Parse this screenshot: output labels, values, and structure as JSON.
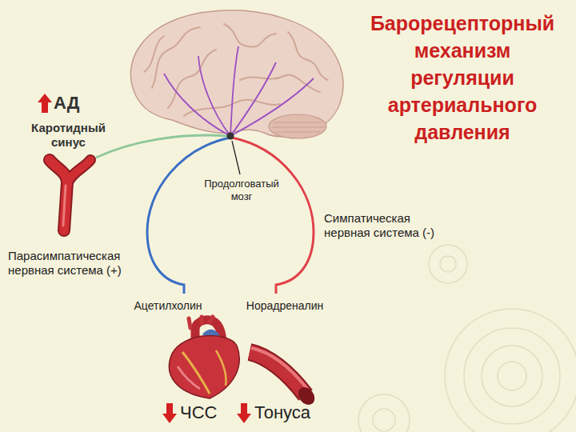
{
  "diagram": {
    "title": "Барорецепторный механизм регуляции артериального давления",
    "labels": [
      "АД",
      "Каротидный синус",
      "Продолговатый мозг",
      "Симпатическая нервная система (-)",
      "Парасимпатическая нервная система (+)",
      "Ацетилхолин",
      "Норадреналин",
      "ЧСС",
      "Тонуса"
    ]
  }
}
